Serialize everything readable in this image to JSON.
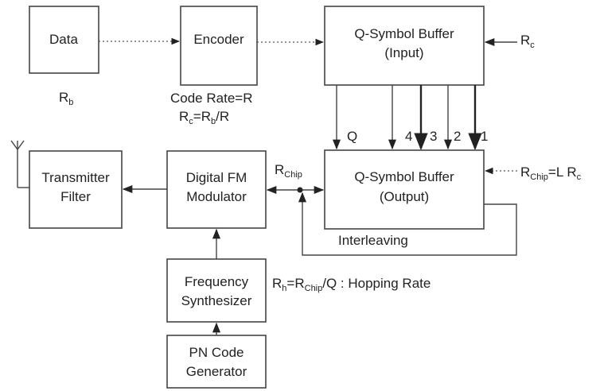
{
  "blocks": {
    "data": "Data",
    "encoder": "Encoder",
    "input_buffer": [
      "Q-Symbol Buffer",
      "(Input)"
    ],
    "output_buffer": [
      "Q-Symbol Buffer",
      "(Output)"
    ],
    "transmitter": [
      "Transmitter",
      "Filter"
    ],
    "modulator": [
      "Digital FM",
      "Modulator"
    ],
    "synthesizer": [
      "Frequency",
      "Synthesizer"
    ],
    "pn_generator": [
      "PN Code",
      "Generator"
    ]
  },
  "labels": {
    "rb_main": "R",
    "rb_sub": "b",
    "code_rate": "Code Rate=R",
    "rc_eq": {
      "r1": "R",
      "s1": "c",
      "eq": "=R",
      "s2": "b",
      "tail": "/R"
    },
    "rc_main": "R",
    "rc_sub": "c",
    "rchip_main": "R",
    "rchip_sub": "Chip",
    "rchip_eq": {
      "r1": "R",
      "s1": "Chip",
      "eq": "=L R",
      "s2": "c"
    },
    "interleaving": "Interleaving",
    "hop_eq": {
      "r1": "R",
      "s1": "h",
      "eq": "=R",
      "s2": "Chip",
      "tail": "/Q : Hopping Rate"
    }
  },
  "lane_labels": [
    "Q",
    "4",
    "3",
    "2",
    "1"
  ]
}
